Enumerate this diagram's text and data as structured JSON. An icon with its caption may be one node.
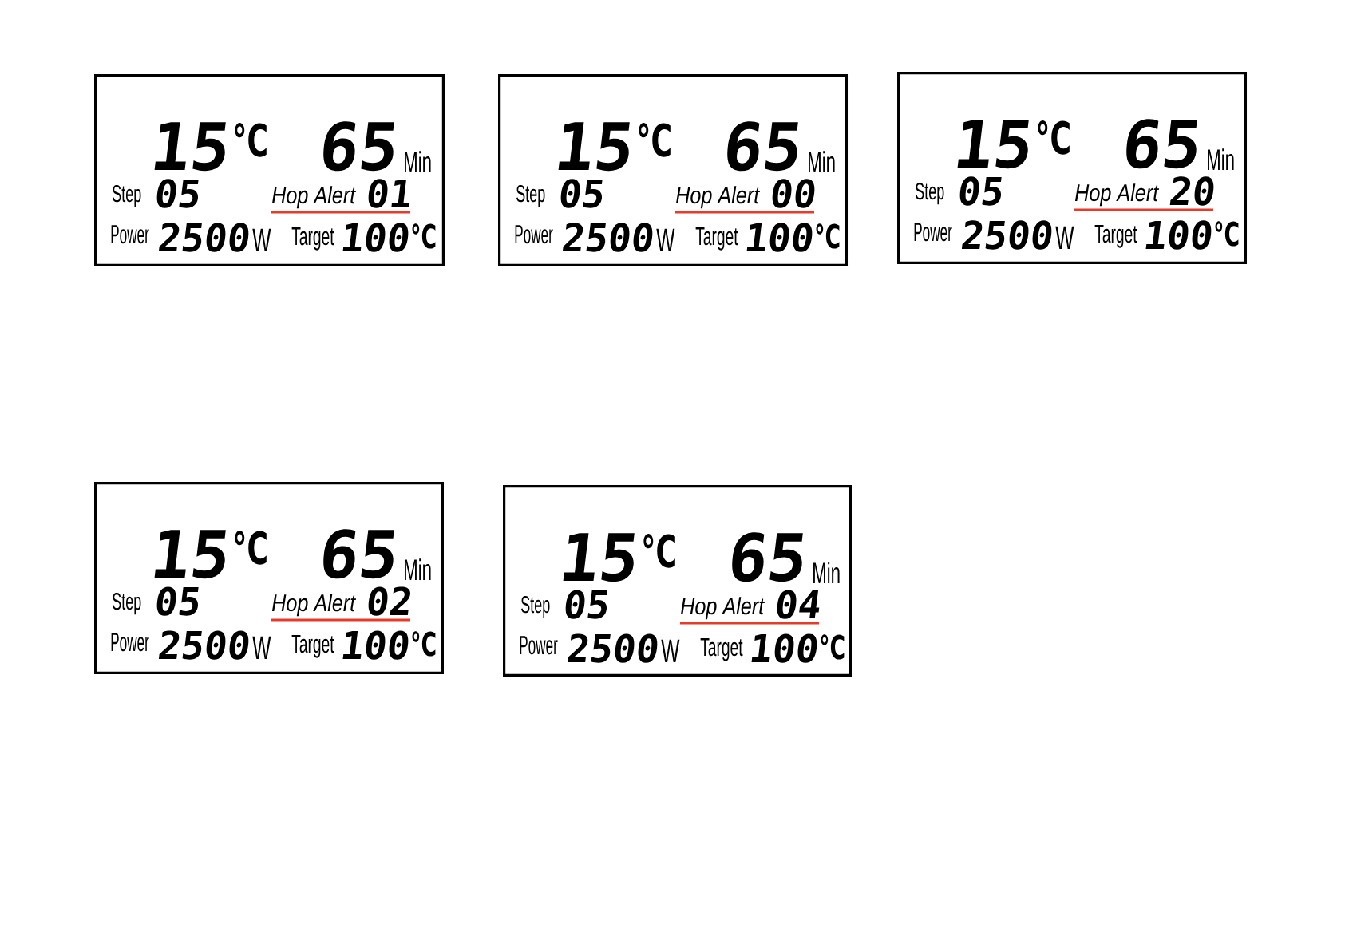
{
  "diagram": {
    "nodes": [
      {
        "text": [
          "15",
          "°C",
          "65",
          "Min",
          "Step",
          "05",
          "Hop Alert",
          "01",
          "Power",
          "2500",
          "W",
          "Target",
          "100",
          "°C"
        ]
      },
      {
        "text": [
          "15",
          "°C",
          "65",
          "Min",
          "Step",
          "05",
          "Hop Alert",
          "00",
          "Power",
          "2500",
          "W",
          "Target",
          "100",
          "°C"
        ]
      },
      {
        "text": [
          "15",
          "°C",
          "65",
          "Min",
          "Step",
          "05",
          "Hop Alert",
          "20",
          "Power",
          "2500",
          "W",
          "Target",
          "100",
          "°C"
        ]
      },
      {
        "text": [
          "15",
          "°C",
          "65",
          "Min",
          "Step",
          "05",
          "Hop Alert",
          "02",
          "Power",
          "2500",
          "W",
          "Target",
          "100",
          "°C"
        ]
      },
      {
        "text": [
          "15",
          "°C",
          "65",
          "Min",
          "Step",
          "05",
          "Hop Alert",
          "04",
          "Power",
          "2500",
          "W",
          "Target",
          "100",
          "°C"
        ]
      }
    ]
  }
}
